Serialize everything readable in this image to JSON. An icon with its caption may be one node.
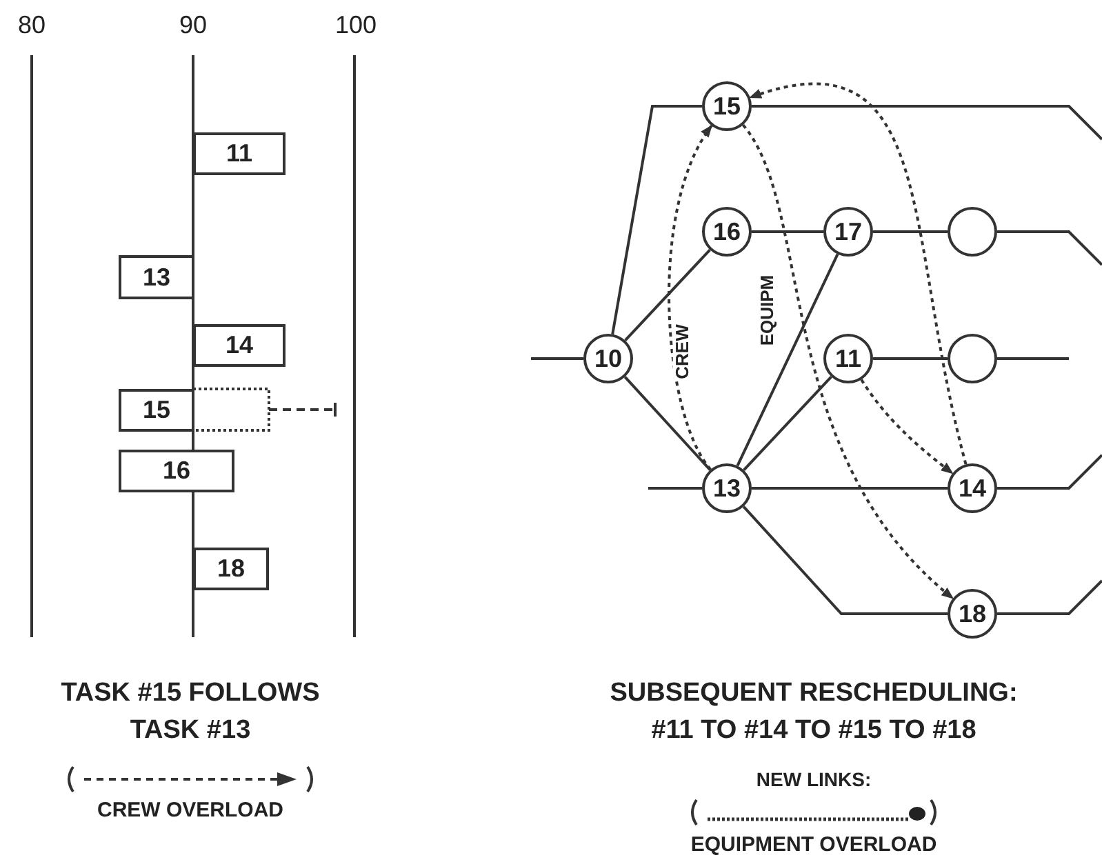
{
  "diagram": {
    "nodes": [
      {
        "text": [
          "11"
        ]
      },
      {
        "text": [
          "13"
        ]
      },
      {
        "text": [
          "14"
        ]
      },
      {
        "text": [
          "15"
        ]
      },
      {
        "text": [
          "16"
        ]
      },
      {
        "text": [
          "18"
        ]
      },
      {
        "text": [
          "15"
        ]
      },
      {
        "text": [
          "16"
        ]
      },
      {
        "text": [
          "17"
        ]
      },
      {
        "text": [],
        "shape": "circle"
      },
      {
        "text": [
          "10"
        ]
      },
      {
        "text": [
          "11"
        ]
      },
      {
        "text": [],
        "shape": "circle"
      },
      {
        "text": [
          "13"
        ]
      },
      {
        "text": [
          "14"
        ]
      },
      {
        "text": [
          "18"
        ]
      }
    ],
    "edges": [
      {
        "from": null,
        "to": 10,
        "arrow": "none"
      },
      {
        "from": 10,
        "to": 6,
        "arrow": "none"
      },
      {
        "from": 10,
        "to": 7,
        "arrow": "none"
      },
      {
        "from": 10,
        "to": 13,
        "arrow": "none"
      },
      {
        "from": 6,
        "to": null,
        "arrow": "none"
      },
      {
        "from": 7,
        "to": 8,
        "arrow": "none"
      },
      {
        "from": 8,
        "to": 9,
        "arrow": "none"
      },
      {
        "from": 9,
        "to": null,
        "arrow": "none"
      },
      {
        "from": 13,
        "to": 8,
        "arrow": "none"
      },
      {
        "from": 13,
        "to": 11,
        "arrow": "none"
      },
      {
        "from": 11,
        "to": 12,
        "arrow": "none"
      },
      {
        "from": 12,
        "to": null,
        "arrow": "none"
      },
      {
        "from": null,
        "to": 13,
        "arrow": "none"
      },
      {
        "from": 13,
        "to": 14,
        "arrow": "none"
      },
      {
        "from": 14,
        "to": null,
        "arrow": "none"
      },
      {
        "from": 13,
        "to": 15,
        "arrow": "none"
      },
      {
        "from": 15,
        "to": null,
        "arrow": "none"
      },
      {
        "from": 13,
        "to": 6,
        "arrow": "to",
        "style": "dashed",
        "label": "CREW"
      },
      {
        "from": 11,
        "to": 14,
        "arrow": "to",
        "style": "dashed"
      },
      {
        "from": 14,
        "to": 6,
        "arrow": "to",
        "style": "dashed"
      },
      {
        "from": 6,
        "to": 15,
        "arrow": "to",
        "style": "dashed",
        "label": "EQUIPM"
      }
    ],
    "labels": [
      "80",
      "90",
      "100",
      "TASK #15 FOLLOWS TASK #13",
      "SUBSEQUENT RESCHEDULING: #11 TO #14 TO #15 TO #18",
      "NEW LINKS:"
    ],
    "legend": [
      {
        "text": "CREW OVERLOAD"
      },
      {
        "text": "EQUIPMENT OVERLOAD"
      }
    ]
  }
}
